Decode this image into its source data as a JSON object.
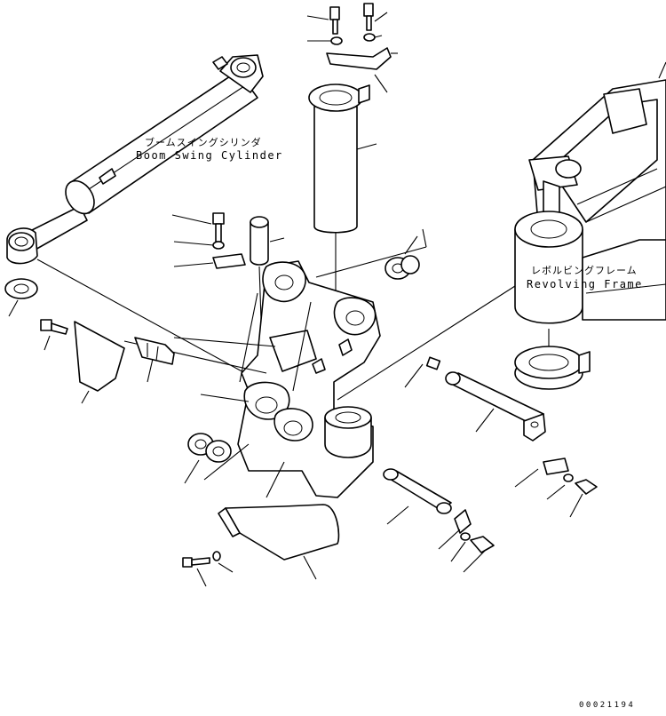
{
  "labels": {
    "boom_cylinder_jp": "ブームスイングシリンダ",
    "boom_cylinder_en": "Boom Swing Cylinder",
    "revolving_frame_jp": "レボルビングフレーム",
    "revolving_frame_en": "Revolving Frame"
  },
  "drawing_code": "00021194"
}
